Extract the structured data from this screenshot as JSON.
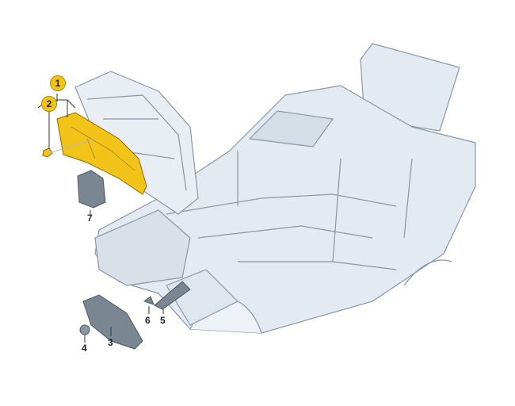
{
  "callouts": {
    "c1": "1",
    "c2": "2",
    "c3": "3",
    "c4": "4",
    "c5": "5",
    "c6": "6",
    "c7": "7"
  },
  "colors": {
    "highlight": "#f2c318",
    "body": "#dfe6ee",
    "outline": "#8a97a6",
    "part": "#7b8693"
  }
}
